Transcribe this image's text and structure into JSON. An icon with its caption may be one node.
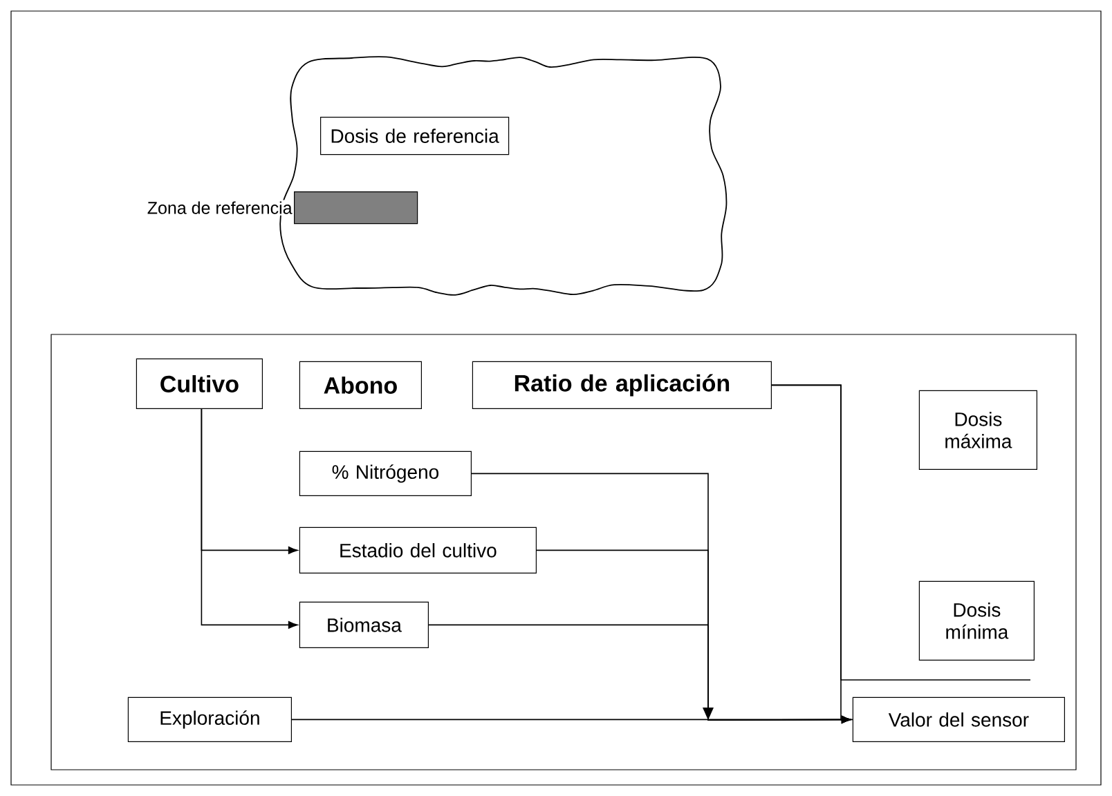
{
  "diagram": {
    "nodes": [
      {
        "text": [],
        "shape": "cloud"
      },
      {
        "text": [
          "Dosis de referencia"
        ],
        "in": 0
      },
      {
        "text": [],
        "shape": "bar",
        "in": 0,
        "beside": [
          "Zona de referencia"
        ]
      },
      {
        "text": [],
        "shape": "box"
      },
      {
        "text": [
          "Cultivo"
        ],
        "in": 3
      },
      {
        "text": [
          "Abono"
        ],
        "in": 3
      },
      {
        "text": [
          "Ratio de aplicación"
        ],
        "in": 3
      },
      {
        "text": [
          "Dosis máxima"
        ],
        "in": 3
      },
      {
        "text": [
          "% Nitrógeno"
        ],
        "in": 3
      },
      {
        "text": [
          "Estadio del cultivo"
        ],
        "in": 3
      },
      {
        "text": [
          "Biomasa"
        ],
        "in": 3
      },
      {
        "text": [
          "Dosis mínima"
        ],
        "in": 3
      },
      {
        "text": [
          "Exploración"
        ],
        "in": 3
      },
      {
        "text": [
          "Valor del sensor"
        ],
        "in": 3
      }
    ],
    "edges": [
      {
        "from": 4,
        "to": 9,
        "arrow": "to"
      },
      {
        "from": 4,
        "to": 10,
        "arrow": "to"
      },
      {
        "from": 8,
        "to": 13,
        "arrow": "to"
      },
      {
        "from": 9,
        "to": 13,
        "arrow": "to"
      },
      {
        "from": 10,
        "to": 13,
        "arrow": "to"
      },
      {
        "from": 12,
        "to": 13,
        "arrow": "to"
      },
      {
        "from": 6,
        "to": 13,
        "arrow": "none"
      },
      {
        "from": 6,
        "to": null,
        "arrow": "none"
      }
    ]
  }
}
